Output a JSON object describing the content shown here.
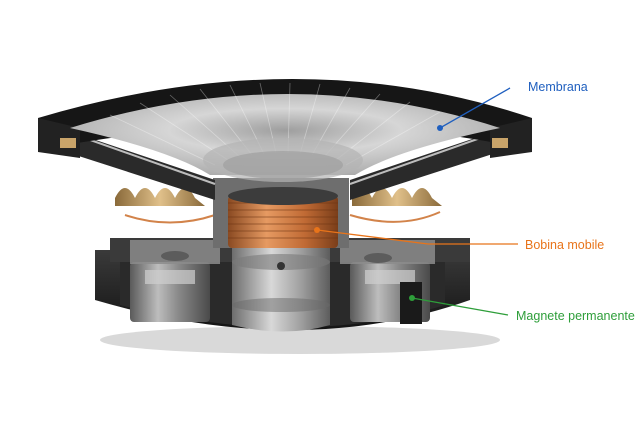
{
  "labels": {
    "membrana": {
      "text": "Membrana",
      "color": "#1f5fbf"
    },
    "bobina": {
      "text": "Bobina mobile",
      "color": "#e8741a"
    },
    "magnete": {
      "text": "Magnete permanente",
      "color": "#2e9e3a"
    }
  },
  "colors": {
    "housing": "#1c1c1c",
    "metal": "#9a9a9a",
    "diaphragm": "#c9c9c9",
    "coil": "#c8733a",
    "spider": "#c9a46a"
  }
}
